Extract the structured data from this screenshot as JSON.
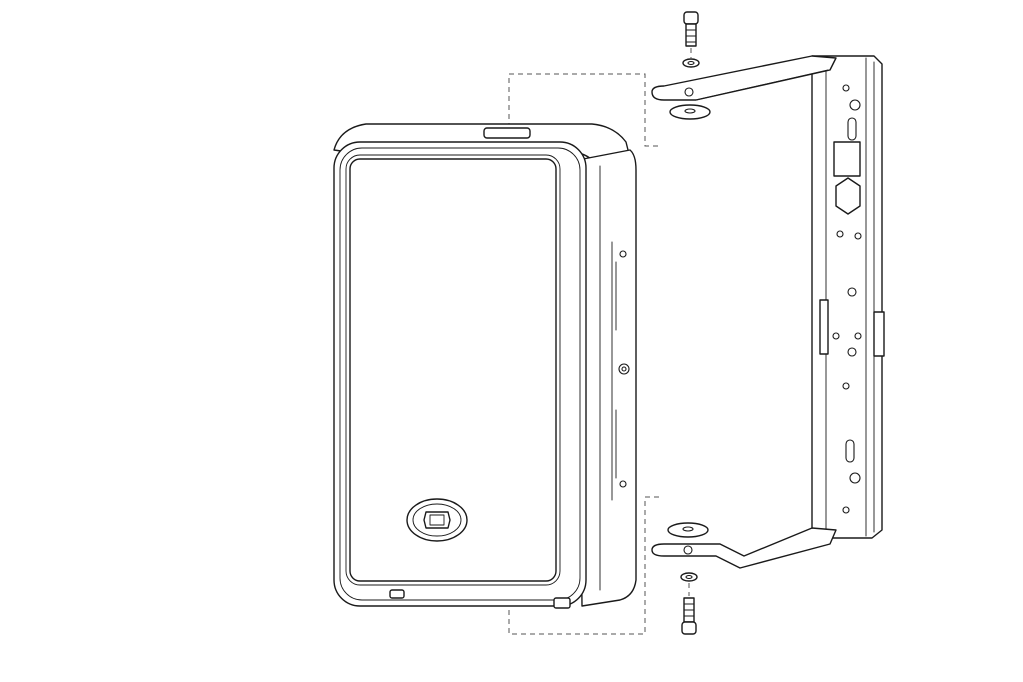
{
  "diagram": {
    "type": "exploded-assembly-line-drawing",
    "parts": [
      "speaker-cabinet",
      "u-mounting-bracket",
      "top-bolt",
      "top-lock-washer",
      "top-spacer-washer",
      "bottom-spacer-washer",
      "bottom-lock-washer",
      "bottom-bolt",
      "logo-badge"
    ],
    "stroke_color": "#1a1a1a",
    "background_color": "#ffffff",
    "guide_line_style": "dashed"
  }
}
